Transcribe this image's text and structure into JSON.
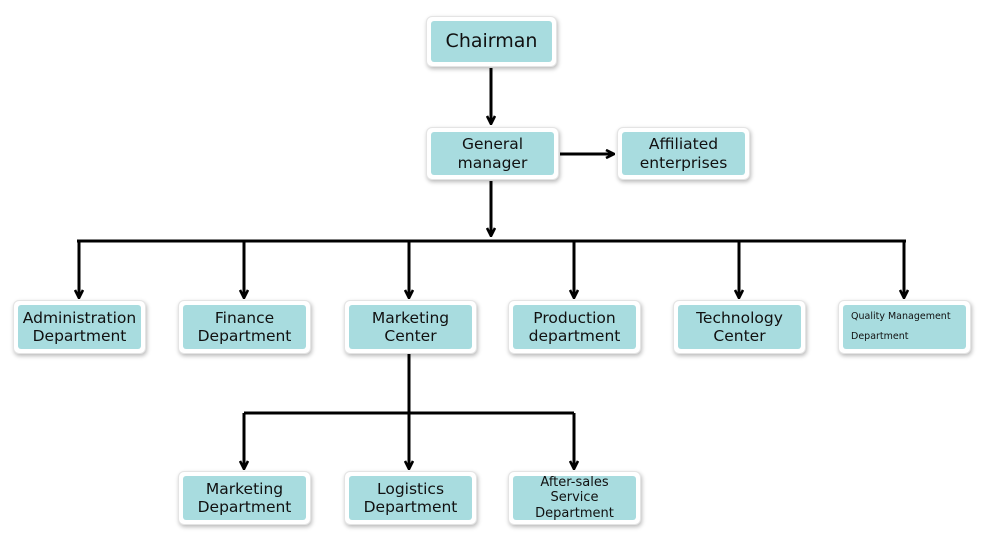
{
  "org_chart": {
    "chairman": {
      "lines": [
        "Chairman"
      ]
    },
    "general_manager": {
      "lines": [
        "General",
        "manager"
      ]
    },
    "affiliated_enterprises": {
      "lines": [
        "Affiliated",
        "enterprises"
      ]
    },
    "administration_department": {
      "lines": [
        "Administration",
        "Department"
      ]
    },
    "finance_department": {
      "lines": [
        "Finance",
        "Department"
      ]
    },
    "marketing_center": {
      "lines": [
        "Marketing",
        "Center"
      ]
    },
    "production_department": {
      "lines": [
        "Production",
        "department"
      ]
    },
    "technology_center": {
      "lines": [
        "Technology",
        "Center"
      ]
    },
    "quality_management_department": {
      "lines": [
        "Quality Management",
        "Department"
      ]
    },
    "marketing_department": {
      "lines": [
        "Marketing",
        "Department"
      ]
    },
    "logistics_department": {
      "lines": [
        "Logistics",
        "Department"
      ]
    },
    "after_sales_service_department": {
      "lines": [
        "After-sales",
        "Service Department"
      ]
    }
  },
  "colors": {
    "box_fill": "#a8dcdf",
    "connector": "#000000"
  }
}
